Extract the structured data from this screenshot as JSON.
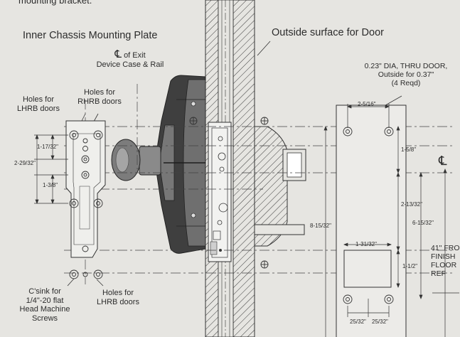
{
  "labels": {
    "top_cut": "mounting bracket.",
    "inner_chassis": "Inner Chassis Mounting Plate",
    "outside_surface": "Outside surface for Door",
    "cl_symbol": "℄",
    "cl_exit_line1": "of Exit",
    "cl_exit_line2": "Device Case & Rail",
    "holes_lhrb_top_line1": "Holes for",
    "holes_lhrb_top_line2": "LHRB doors",
    "holes_rhrb_line1": "Holes for",
    "holes_rhrb_line2": "RHRB doors",
    "dia_line1": "0.23\" DIA, THRU DOOR,",
    "dia_line2": "Outside for 0.37\"",
    "dia_line3": "(4 Reqd)",
    "csink_line1": "C'sink for",
    "csink_line2": "1/4\"-20 flat",
    "csink_line3": "Head Machine",
    "csink_line4": "Screws",
    "holes_lhrb_bot_line1": "Holes for",
    "holes_lhrb_bot_line2": "LHRB doors",
    "floor_line1": "41\" FRO",
    "floor_line2": "FINISH",
    "floor_line3": "FLOOR",
    "floor_line4": "REF",
    "cl_right": "℄"
  },
  "dims": {
    "d_1_17_32": "1-17/32\"",
    "d_2_29_32": "2-29/32\"",
    "d_1_3_8": "1-3/8\"",
    "d_2_5_16": "2-5/16\"",
    "d_1_5_8": "1-5/8\"",
    "d_2_13_32": "2-13/32\"",
    "d_6_15_32": "6-15/32\"",
    "d_8_15_32": "8-15/32\"",
    "d_1_31_32": "1-31/32\"",
    "d_1_1_2": "1-1/2\"",
    "d_25_32_a": "25/32\"",
    "d_25_32_b": "25/32\""
  },
  "colors": {
    "paper": "#e6e5e1",
    "ink": "#2c2c2c",
    "dark_fill": "#3f3f3f",
    "mid_fill": "#8a8a8a"
  }
}
